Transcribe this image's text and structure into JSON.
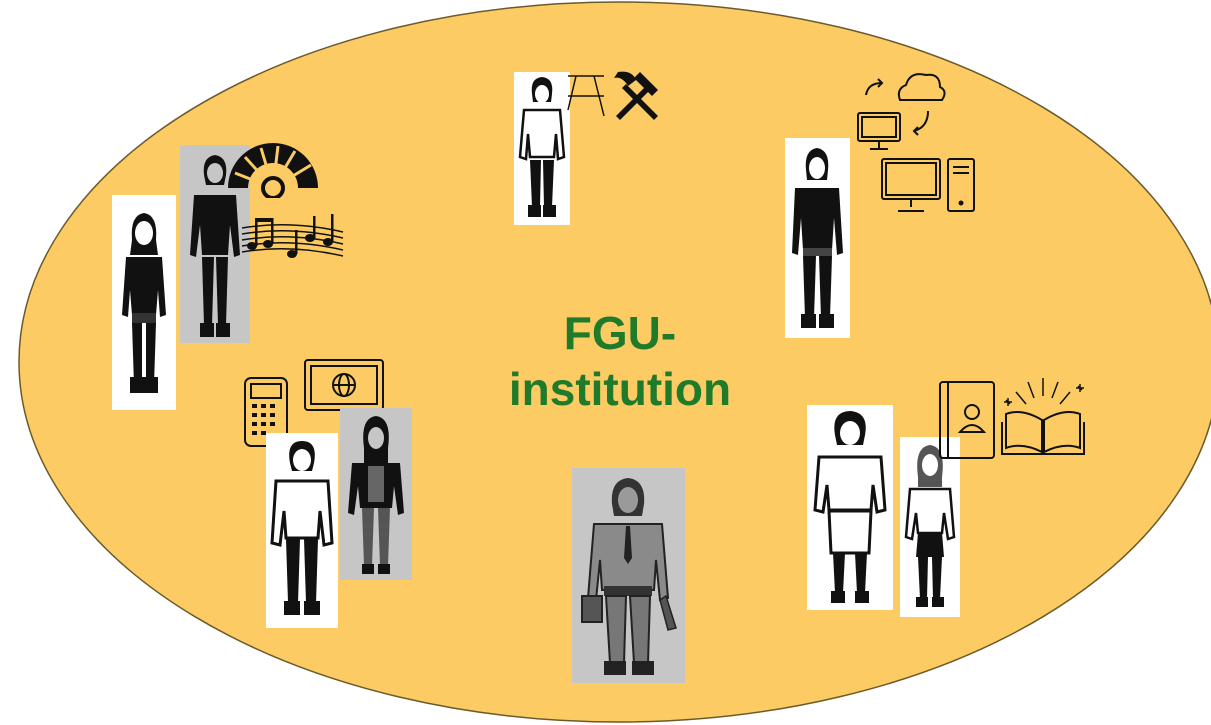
{
  "diagram": {
    "center_label_line1": "FGU-",
    "center_label_line2": "institution",
    "colors": {
      "ellipse_fill": "#fccb63",
      "ellipse_stroke": "#6b5a2b",
      "label_color": "#1f7a2a",
      "figure_color": "#111111"
    },
    "groups": [
      {
        "name": "music-group",
        "icons": [
          "folding-fan-icon",
          "music-notes-icon"
        ]
      },
      {
        "name": "craft-group",
        "icons": [
          "picnic-table-icon",
          "hammer-pick-icon"
        ]
      },
      {
        "name": "it-group",
        "icons": [
          "cloud-sync-icon",
          "computer-icon"
        ]
      },
      {
        "name": "finance-group",
        "icons": [
          "calculator-icon",
          "globe-card-icon"
        ]
      },
      {
        "name": "worker-group",
        "icons": [
          "toolbox-icon"
        ]
      },
      {
        "name": "reading-group",
        "icons": [
          "contact-book-icon",
          "open-book-icon"
        ]
      }
    ]
  }
}
